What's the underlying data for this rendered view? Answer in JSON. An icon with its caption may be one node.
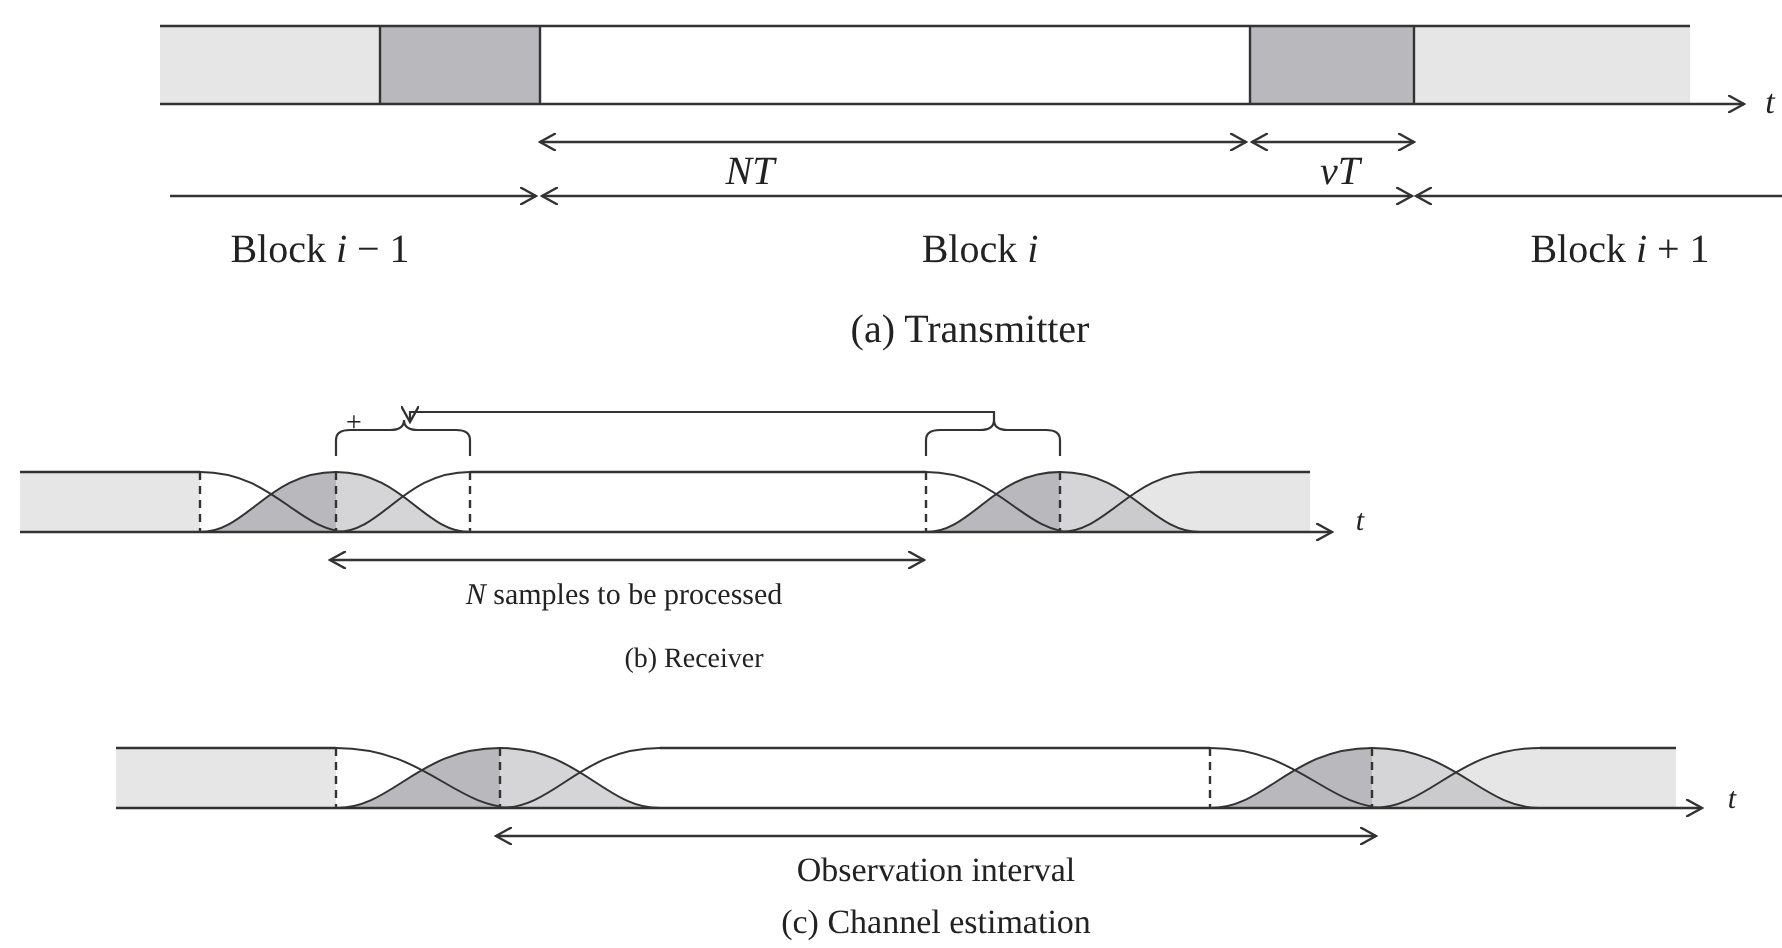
{
  "diagram": {
    "labels": [
      "t",
      "NT",
      "νT",
      "Block *i* − 1",
      "Block *i*",
      "Block *i* + 1",
      "(a)  Transmitter",
      "+",
      "t",
      "*N* samples to be processed",
      "(b)  Receiver",
      "t",
      "Observation interval",
      "(c)  Channel estimation"
    ]
  }
}
